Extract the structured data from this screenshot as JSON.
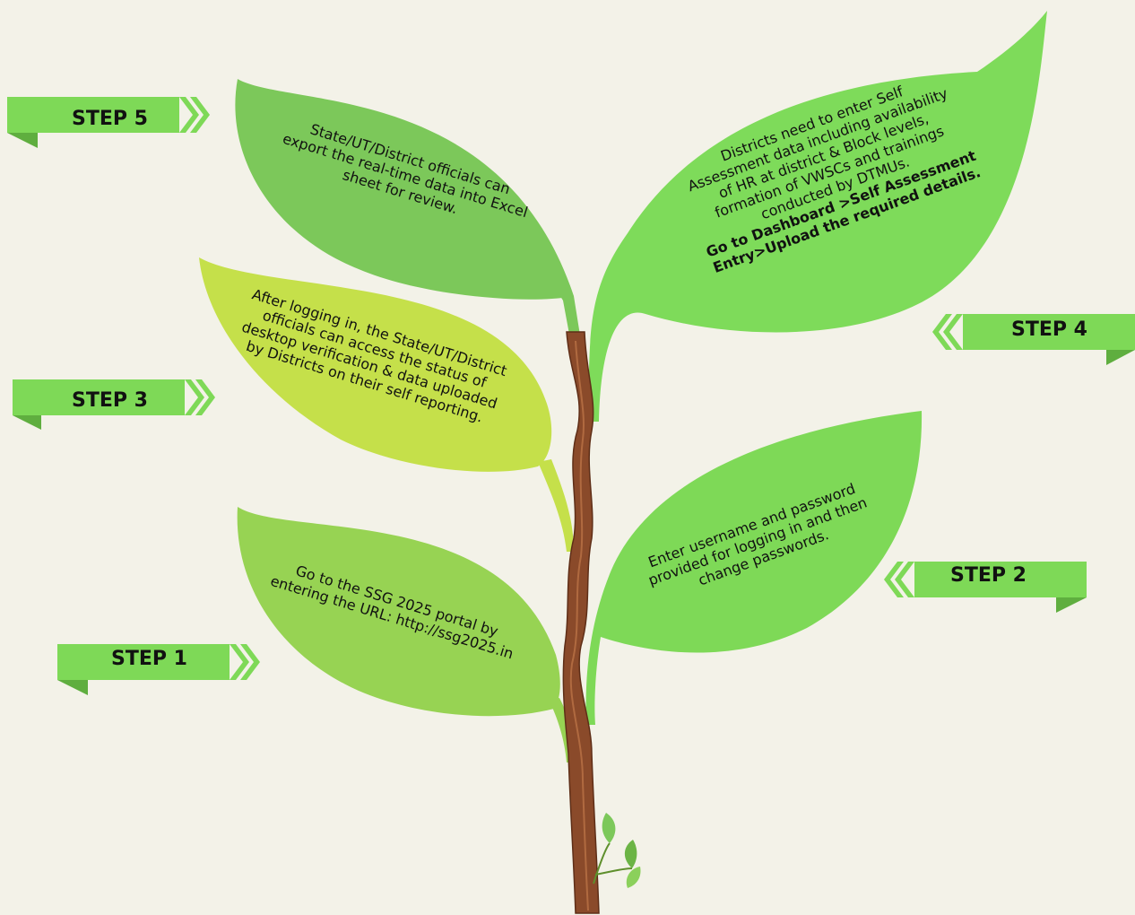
{
  "colors": {
    "background": "#f3f2e8",
    "leaf_step1": "#97d353",
    "leaf_step2": "#7ed957",
    "leaf_step3": "#c5e04a",
    "leaf_step4": "#7edb5a",
    "leaf_step5": "#7cc85a",
    "banner": "#7ed957",
    "banner_fold": "#5fae3f",
    "stem": "#8a4a2a"
  },
  "steps": [
    {
      "label": "STEP 1",
      "text": "Go to the SSG 2025 portal by\nentering the URL: http://ssg2025.in"
    },
    {
      "label": "STEP 2",
      "text": "Enter username and password\nprovided for logging in and then\nchange passwords."
    },
    {
      "label": "STEP 3",
      "text": "After logging in, the State/UT/District\nofficials can access the status of\ndesktop verification & data uploaded\nby Districts on their self reporting."
    },
    {
      "label": "STEP 4",
      "text": "Districts need to enter Self\nAssessment data including availability\nof HR at district & Block levels,\nformation of VWSCs and trainings\nconducted by DTMUs.",
      "bold_text": "Go to Dashboard >Self Assessment\nEntry>Upload the required details."
    },
    {
      "label": "STEP 5",
      "text": "State/UT/District officials can\nexport the real-time data into Excel\nsheet for review."
    }
  ]
}
